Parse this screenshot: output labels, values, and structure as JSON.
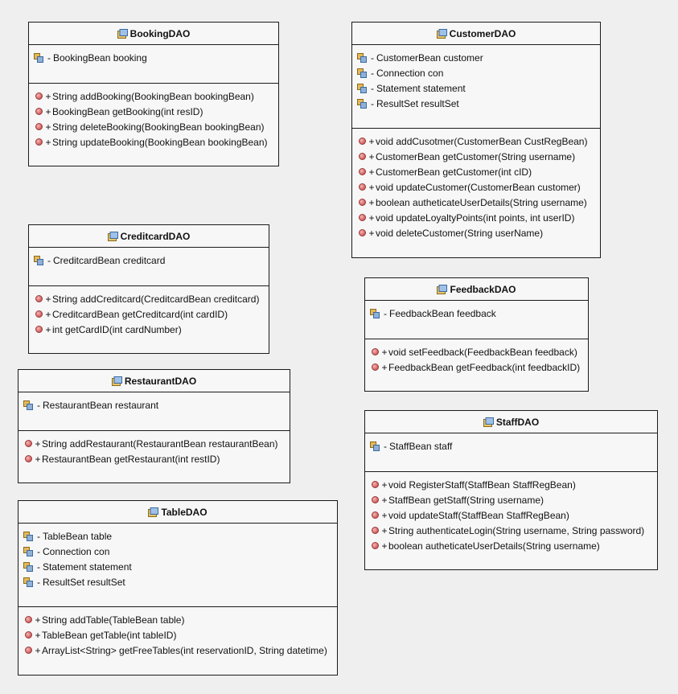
{
  "classes": [
    {
      "name": "BookingDAO",
      "attributes": [
        {
          "vis": "-",
          "text": "BookingBean booking"
        }
      ],
      "operations": [
        {
          "vis": "+",
          "text": "String addBooking(BookingBean bookingBean)"
        },
        {
          "vis": "+",
          "text": "BookingBean getBooking(int resID)"
        },
        {
          "vis": "+",
          "text": "String deleteBooking(BookingBean bookingBean)"
        },
        {
          "vis": "+",
          "text": "String updateBooking(BookingBean bookingBean)"
        }
      ]
    },
    {
      "name": "CustomerDAO",
      "attributes": [
        {
          "vis": "-",
          "text": "CustomerBean customer"
        },
        {
          "vis": "-",
          "text": "Connection con"
        },
        {
          "vis": "-",
          "text": "Statement statement"
        },
        {
          "vis": "-",
          "text": "ResultSet resultSet"
        }
      ],
      "operations": [
        {
          "vis": "+",
          "text": "void addCusotmer(CustomerBean CustRegBean)"
        },
        {
          "vis": "+",
          "text": "CustomerBean getCustomer(String username)"
        },
        {
          "vis": "+",
          "text": "CustomerBean getCustomer(int cID)"
        },
        {
          "vis": "+",
          "text": "void updateCustomer(CustomerBean customer)"
        },
        {
          "vis": "+",
          "text": "boolean autheticateUserDetails(String username)"
        },
        {
          "vis": "+",
          "text": "void updateLoyaltyPoints(int points, int userID)"
        },
        {
          "vis": "+",
          "text": "void deleteCustomer(String userName)"
        }
      ]
    },
    {
      "name": "CreditcardDAO",
      "attributes": [
        {
          "vis": "-",
          "text": "CreditcardBean creditcard"
        }
      ],
      "operations": [
        {
          "vis": "+",
          "text": "String addCreditcard(CreditcardBean creditcard)"
        },
        {
          "vis": "+",
          "text": "CreditcardBean getCreditcard(int cardID)"
        },
        {
          "vis": "+",
          "text": "int getCardID(int cardNumber)"
        }
      ]
    },
    {
      "name": "FeedbackDAO",
      "attributes": [
        {
          "vis": "-",
          "text": "FeedbackBean feedback"
        }
      ],
      "operations": [
        {
          "vis": "+",
          "text": "void setFeedback(FeedbackBean feedback)"
        },
        {
          "vis": "+",
          "text": "FeedbackBean getFeedback(int feedbackID)"
        }
      ]
    },
    {
      "name": "RestaurantDAO",
      "attributes": [
        {
          "vis": "-",
          "text": "RestaurantBean restaurant"
        }
      ],
      "operations": [
        {
          "vis": "+",
          "text": "String addRestaurant(RestaurantBean restaurantBean)"
        },
        {
          "vis": "+",
          "text": "RestaurantBean getRestaurant(int restID)"
        }
      ]
    },
    {
      "name": "StaffDAO",
      "attributes": [
        {
          "vis": "-",
          "text": "StaffBean staff"
        }
      ],
      "operations": [
        {
          "vis": "+",
          "text": "void RegisterStaff(StaffBean StaffRegBean)"
        },
        {
          "vis": "+",
          "text": "StaffBean getStaff(String username)"
        },
        {
          "vis": "+",
          "text": "void updateStaff(StaffBean StaffRegBean)"
        },
        {
          "vis": "+",
          "text": "String authenticateLogin(String username, String password)"
        },
        {
          "vis": "+",
          "text": "boolean autheticateUserDetails(String username)"
        }
      ]
    },
    {
      "name": "TableDAO",
      "attributes": [
        {
          "vis": "-",
          "text": "TableBean table"
        },
        {
          "vis": "-",
          "text": "Connection con"
        },
        {
          "vis": "-",
          "text": "Statement statement"
        },
        {
          "vis": "-",
          "text": "ResultSet resultSet"
        }
      ],
      "operations": [
        {
          "vis": "+",
          "text": "String addTable(TableBean table)"
        },
        {
          "vis": "+",
          "text": "TableBean getTable(int tableID)"
        },
        {
          "vis": "+",
          "text": "ArrayList<String> getFreeTables(int reservationID, String datetime)"
        }
      ]
    }
  ]
}
